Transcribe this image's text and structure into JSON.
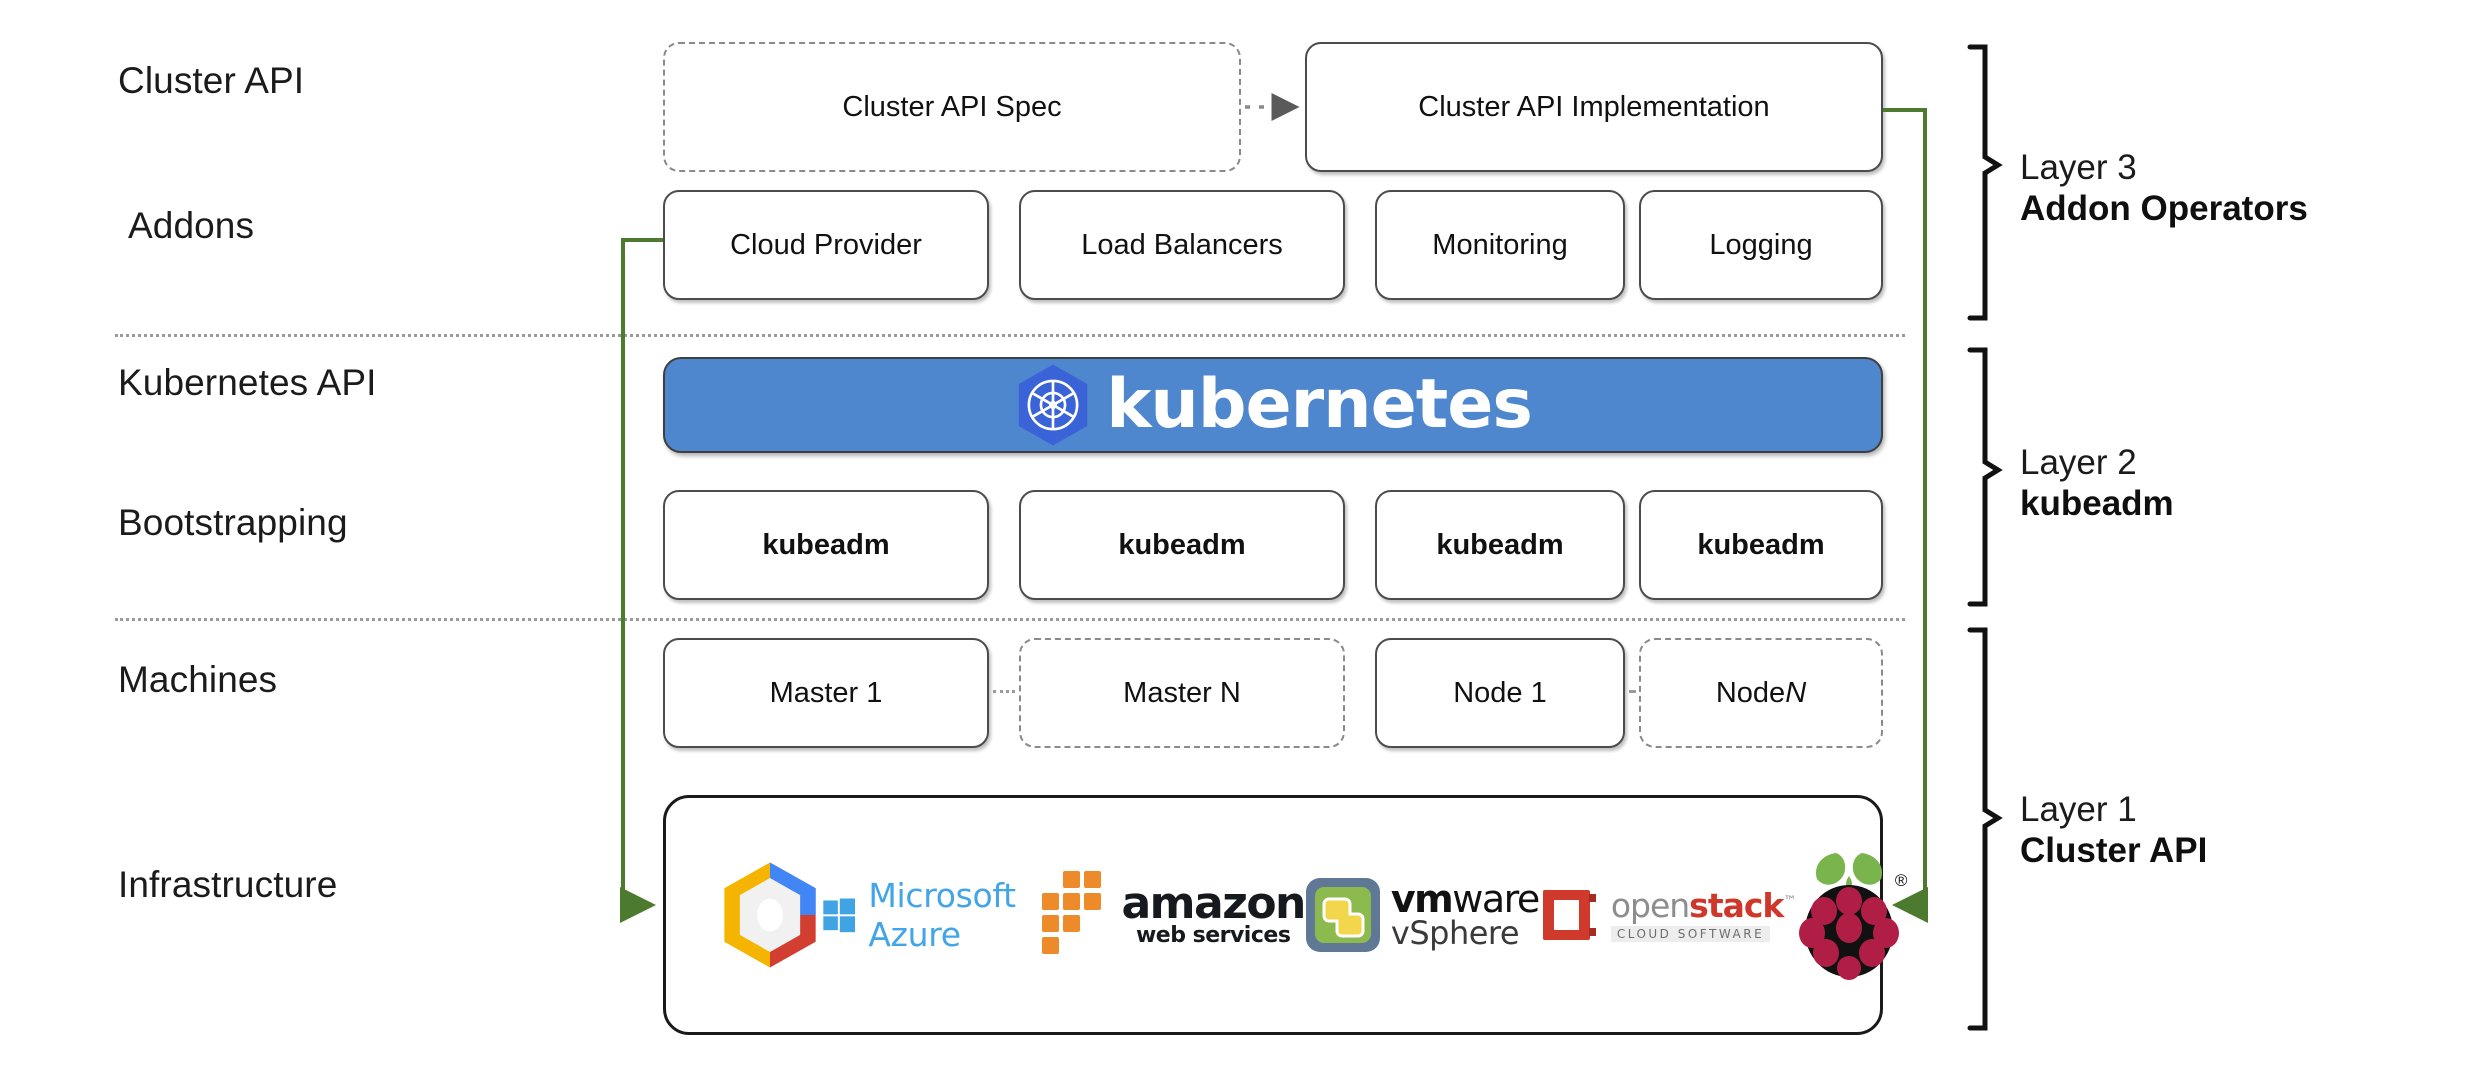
{
  "diagram": {
    "title": "Kubernetes Cluster API layered architecture",
    "accent_green": "#4c7a2e",
    "accent_blue": "#4e87ce",
    "box_border": "#4c4c4c",
    "dashed_border": "#8a8a8a"
  },
  "row_labels": [
    {
      "id": "cluster-api",
      "text": "Cluster API"
    },
    {
      "id": "addons",
      "text": "Addons"
    },
    {
      "id": "kubernetes-api",
      "text": "Kubernetes API"
    },
    {
      "id": "bootstrapping",
      "text": "Bootstrapping"
    },
    {
      "id": "machines",
      "text": "Machines"
    },
    {
      "id": "infrastructure",
      "text": "Infrastructure"
    }
  ],
  "cluster_api_row": {
    "spec": {
      "label": "Cluster API Spec",
      "style": "dashed"
    },
    "implementation": {
      "label": "Cluster API Implementation",
      "style": "solid"
    },
    "connector": "dotted-arrow"
  },
  "addons_row": [
    {
      "label": "Cloud Provider"
    },
    {
      "label": "Load Balancers"
    },
    {
      "label": "Monitoring"
    },
    {
      "label": "Logging"
    }
  ],
  "kubernetes_banner": {
    "wordmark": "kubernetes",
    "logo_icon": "kubernetes-helm-icon",
    "background": "#4e87ce"
  },
  "bootstrapping_row": [
    {
      "label": "kubeadm"
    },
    {
      "label": "kubeadm"
    },
    {
      "label": "kubeadm"
    },
    {
      "label": "kubeadm"
    }
  ],
  "machines_row": [
    {
      "label": "Master 1",
      "style": "solid",
      "italic_suffix": ""
    },
    {
      "label": "Master N",
      "style": "dashed",
      "italic_suffix": ""
    },
    {
      "label": "Node 1",
      "style": "solid",
      "italic_suffix": ""
    },
    {
      "label": "Node ",
      "style": "dashed",
      "italic_suffix": "N"
    }
  ],
  "infrastructure_logos": [
    {
      "name": "google-cloud-platform-icon",
      "label": ""
    },
    {
      "name": "microsoft-azure-logo",
      "label": "Microsoft Azure"
    },
    {
      "name": "amazon-web-services-logo",
      "label_top": "amazon",
      "label_bottom": "web services"
    },
    {
      "name": "vmware-vsphere-logo",
      "label_top_bold": "vm",
      "label_top_rest": "ware",
      "label_bottom": "vSphere"
    },
    {
      "name": "openstack-logo",
      "label_open": "open",
      "label_stack": "stack",
      "label_sub": "CLOUD SOFTWARE"
    },
    {
      "name": "raspberry-pi-logo",
      "label": ""
    }
  ],
  "layers": [
    {
      "id": "layer-3",
      "line1": "Layer 3",
      "line2": "Addon Operators"
    },
    {
      "id": "layer-2",
      "line1": "Layer 2",
      "line2": "kubeadm"
    },
    {
      "id": "layer-1",
      "line1": "Layer 1",
      "line2": "Cluster API"
    }
  ]
}
